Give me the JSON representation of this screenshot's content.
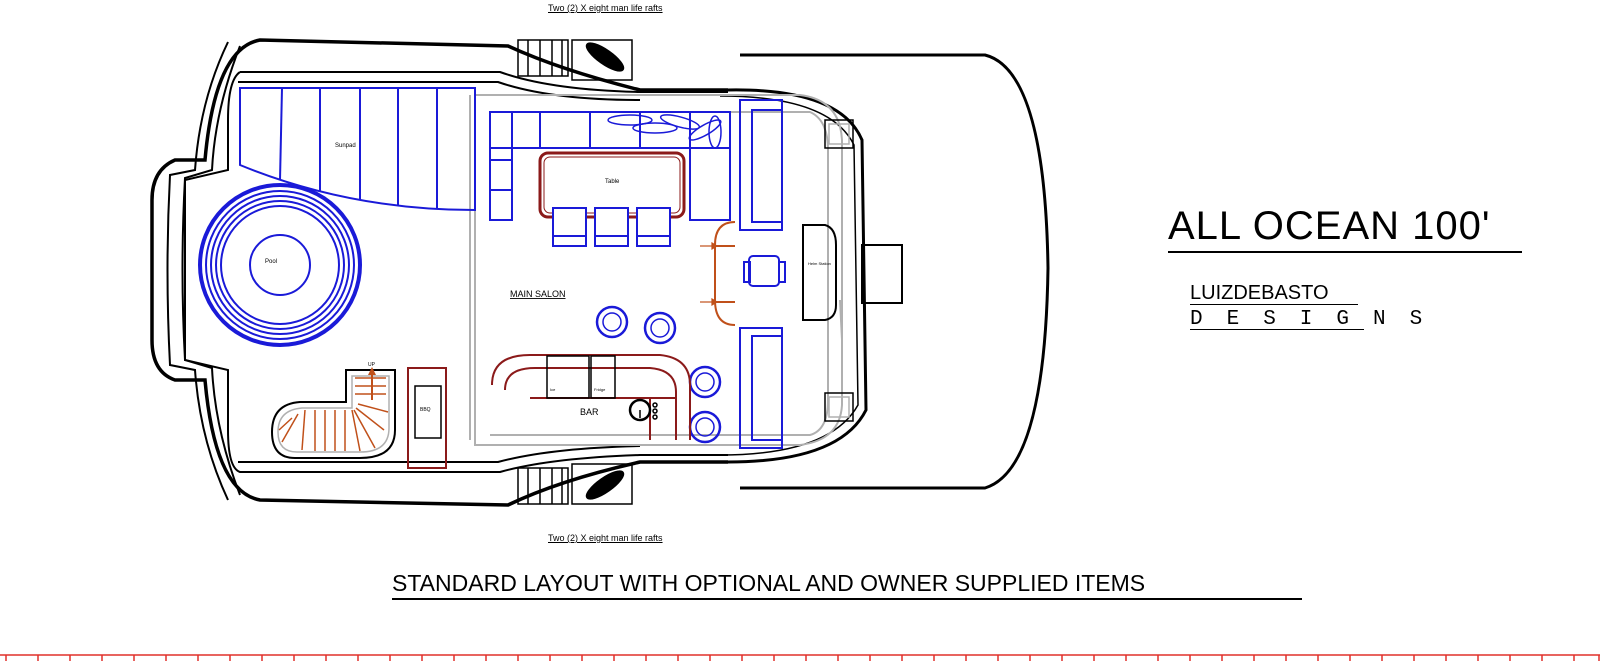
{
  "drawing": {
    "title": "ALL OCEAN 100'",
    "brand_line1": "LUIZDEBASTO",
    "brand_line2": "DESIGNS",
    "caption": "STANDARD LAYOUT WITH OPTIONAL AND OWNER SUPPLIED  ITEMS",
    "raft_note_top": "Two (2) X eight man life rafts",
    "raft_note_bottom": "Two (2) X eight man life rafts"
  },
  "rooms": {
    "main_salon": "MAIN SALON",
    "bar": "BAR",
    "pool": "Pool",
    "sunpad": "Sunpad",
    "table": "Table",
    "bbq": "BBQ",
    "up": "UP",
    "helm": "Helm Station",
    "ice": "Ice",
    "fridge": "Fridge"
  },
  "colors": {
    "hull": "#000000",
    "furniture": "#1a1ad8",
    "bar_counter": "#8b1a1a",
    "stair": "#c0501a",
    "grey_line": "#b0b0b0",
    "ruler": "#e0302a"
  },
  "ruler": {
    "ticks": 49
  }
}
